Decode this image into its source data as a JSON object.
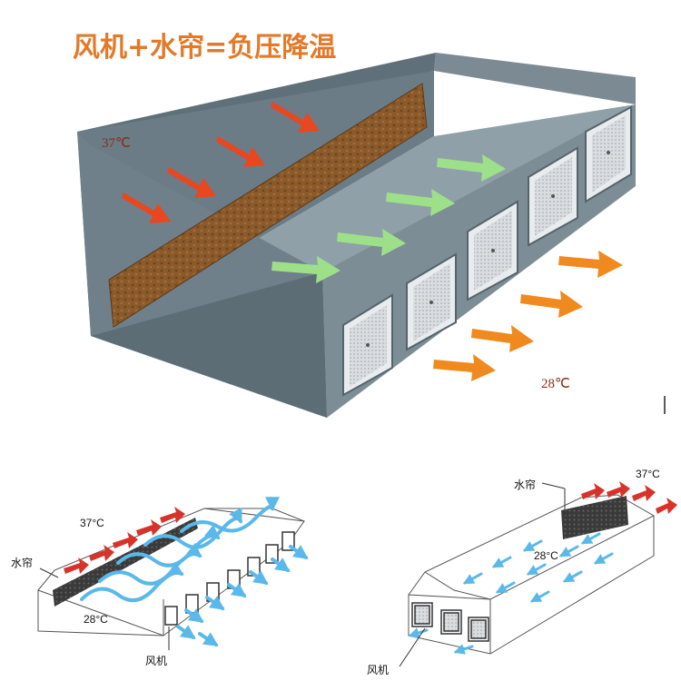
{
  "main": {
    "title": "风机+水帘=负压降温",
    "temp_hot": "37℃",
    "temp_cool": "28℃"
  },
  "left_small": {
    "temp_hot": "37°C",
    "temp_cool": "28°C",
    "label_curtain": "水帘",
    "label_fan": "风机"
  },
  "right_small": {
    "temp_hot": "37°C",
    "temp_cool": "28°C",
    "label_curtain": "水帘",
    "label_fan": "风机"
  },
  "colors": {
    "hot_arrow": "#e8471f",
    "cool_arrow": "#9ee08a",
    "exhaust_arrow": "#f08a1e",
    "blue_air": "#5ab8ea",
    "building": "#6b7c86",
    "pad": "#8a5a2b"
  }
}
